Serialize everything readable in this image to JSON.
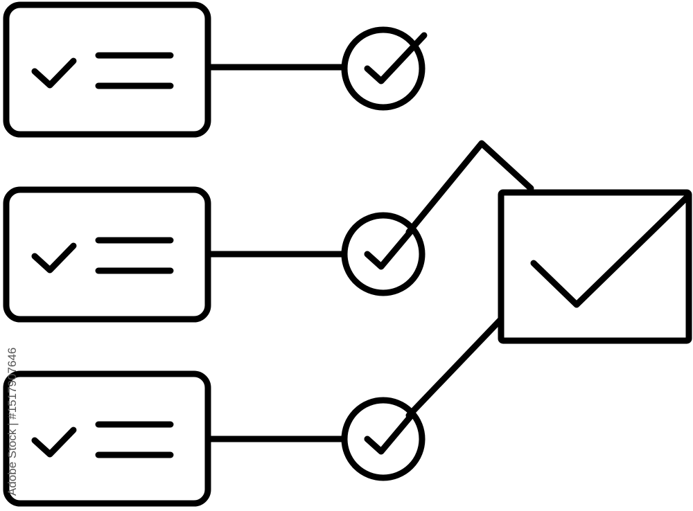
{
  "colors": {
    "ink": "#000000",
    "background": "#ffffff",
    "watermark": "#555555"
  },
  "diagram": {
    "tasks": [
      {
        "icon": "check-icon",
        "lines": 2
      },
      {
        "icon": "check-icon",
        "lines": 2
      },
      {
        "icon": "check-icon",
        "lines": 2
      }
    ],
    "approvals": [
      "check-circle-icon",
      "check-circle-icon",
      "check-circle-icon"
    ],
    "envelope": {
      "icon": "envelope-check-icon"
    }
  },
  "watermark": {
    "text": "Adobe Stock | #1517907646"
  }
}
